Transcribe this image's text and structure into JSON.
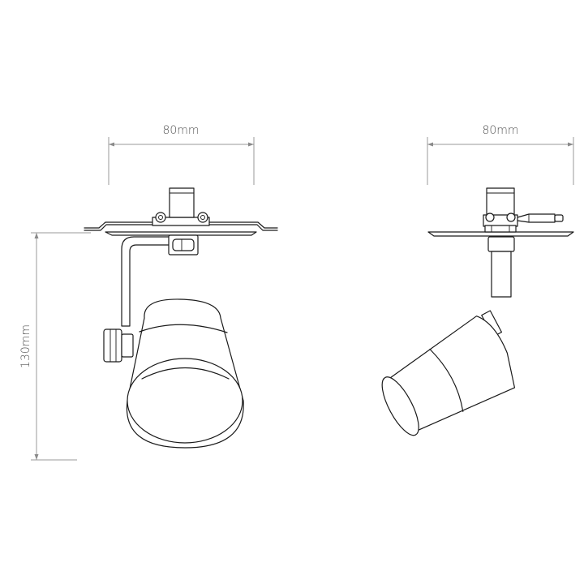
{
  "dimensions": {
    "front_width": "80mm",
    "side_width": "80mm",
    "height": "130mm"
  },
  "colors": {
    "line": "#1a1a1a",
    "dimension_line": "#9a9a9a",
    "dimension_text": "#555555",
    "background": "#ffffff"
  }
}
